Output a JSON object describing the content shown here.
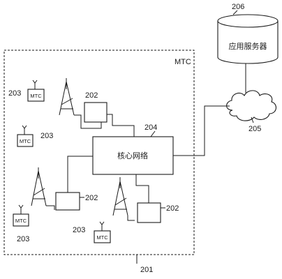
{
  "labels": {
    "region_name": "MTC",
    "region_ref": "201",
    "core_network": "核心网络",
    "core_ref": "204",
    "cloud_ref": "205",
    "server_name": "应用服务器",
    "server_ref": "206",
    "base_station_ref": "202",
    "device_name": "MTC",
    "device_ref": "203"
  }
}
